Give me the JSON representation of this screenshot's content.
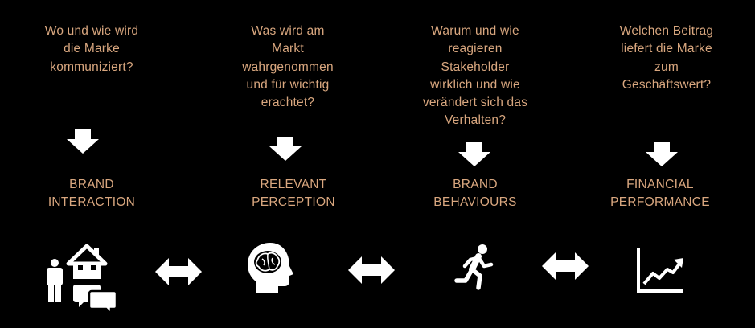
{
  "colors": {
    "background": "#000000",
    "text": "#d9a77f",
    "arrows": "#ffffff"
  },
  "columns": [
    {
      "question": "Wo und wie wird\ndie Marke\nkommuniziert?",
      "label": "BRAND\nINTERACTION",
      "icon": "person-house-chat-icon"
    },
    {
      "question": "Was wird am\nMarkt\nwahrgenommen\nund für wichtig\nerachtet?",
      "label": "RELEVANT\nPERCEPTION",
      "icon": "head-brain-icon"
    },
    {
      "question": "Warum und wie\nreagieren\nStakeholder\nwirklich und wie\nverändert sich das\nVerhalten?",
      "label": "BRAND\nBEHAVIOURS",
      "icon": "running-person-icon"
    },
    {
      "question": "Welchen Beitrag\nliefert die Marke\nzum\nGeschäftswert?",
      "label": "FINANCIAL\nPERFORMANCE",
      "icon": "line-chart-icon"
    }
  ],
  "connectors": [
    "double-arrow-icon",
    "double-arrow-icon",
    "double-arrow-icon"
  ]
}
